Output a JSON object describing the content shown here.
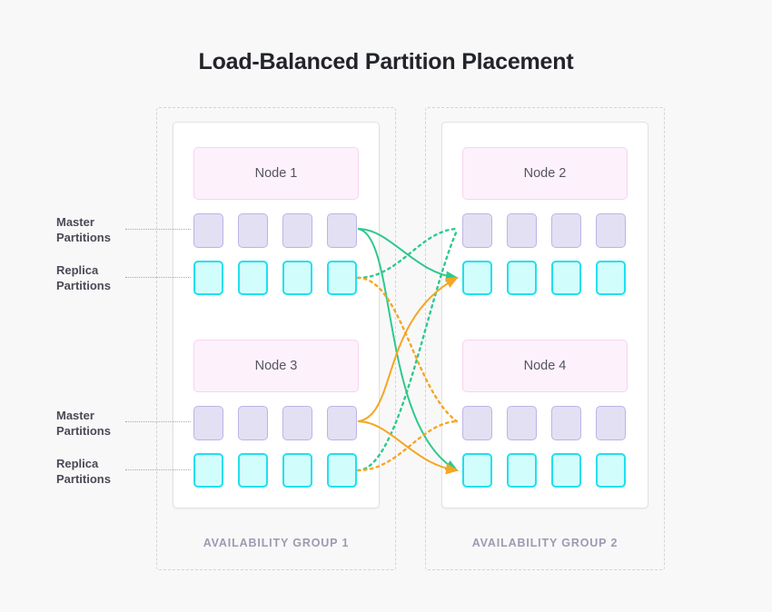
{
  "title": "Load-Balanced Partition Placement",
  "background_color": "#f8f8f9",
  "colors": {
    "master_fill": "#e3e0f3",
    "master_border": "#bdb3e8",
    "replica_fill": "#d2fdfd",
    "replica_border": "#20e0ef",
    "node_fill": "#fdf1fb",
    "node_border": "#f6d5f0",
    "wire_green": "#2ec98c",
    "wire_orange": "#f5a623",
    "group_border": "#d3d3d8",
    "group_label": "#9b9bb0",
    "title_color": "#22242a"
  },
  "groups": [
    {
      "id": "ag1",
      "label": "AVAILABILITY GROUP 1",
      "nodes": [
        {
          "id": "node1",
          "label": "Node 1",
          "master_count": 4,
          "replica_count": 4
        },
        {
          "id": "node3",
          "label": "Node 3",
          "master_count": 4,
          "replica_count": 4
        }
      ]
    },
    {
      "id": "ag2",
      "label": "AVAILABILITY GROUP 2",
      "nodes": [
        {
          "id": "node2",
          "label": "Node 2",
          "master_count": 4,
          "replica_count": 4
        },
        {
          "id": "node4",
          "label": "Node 4",
          "master_count": 4,
          "replica_count": 4
        }
      ]
    }
  ],
  "annotations": [
    {
      "id": "master-top",
      "line1": "Master",
      "line2": "Partitions"
    },
    {
      "id": "replica-top",
      "line1": "Replica",
      "line2": "Partitions"
    },
    {
      "id": "master-bottom",
      "line1": "Master",
      "line2": "Partitions"
    },
    {
      "id": "replica-bottom",
      "line1": "Replica",
      "line2": "Partitions"
    }
  ],
  "wires": {
    "legend": {
      "green": "replication-from-node1-master",
      "orange": "replication-from-node3-master"
    },
    "count": 8
  }
}
